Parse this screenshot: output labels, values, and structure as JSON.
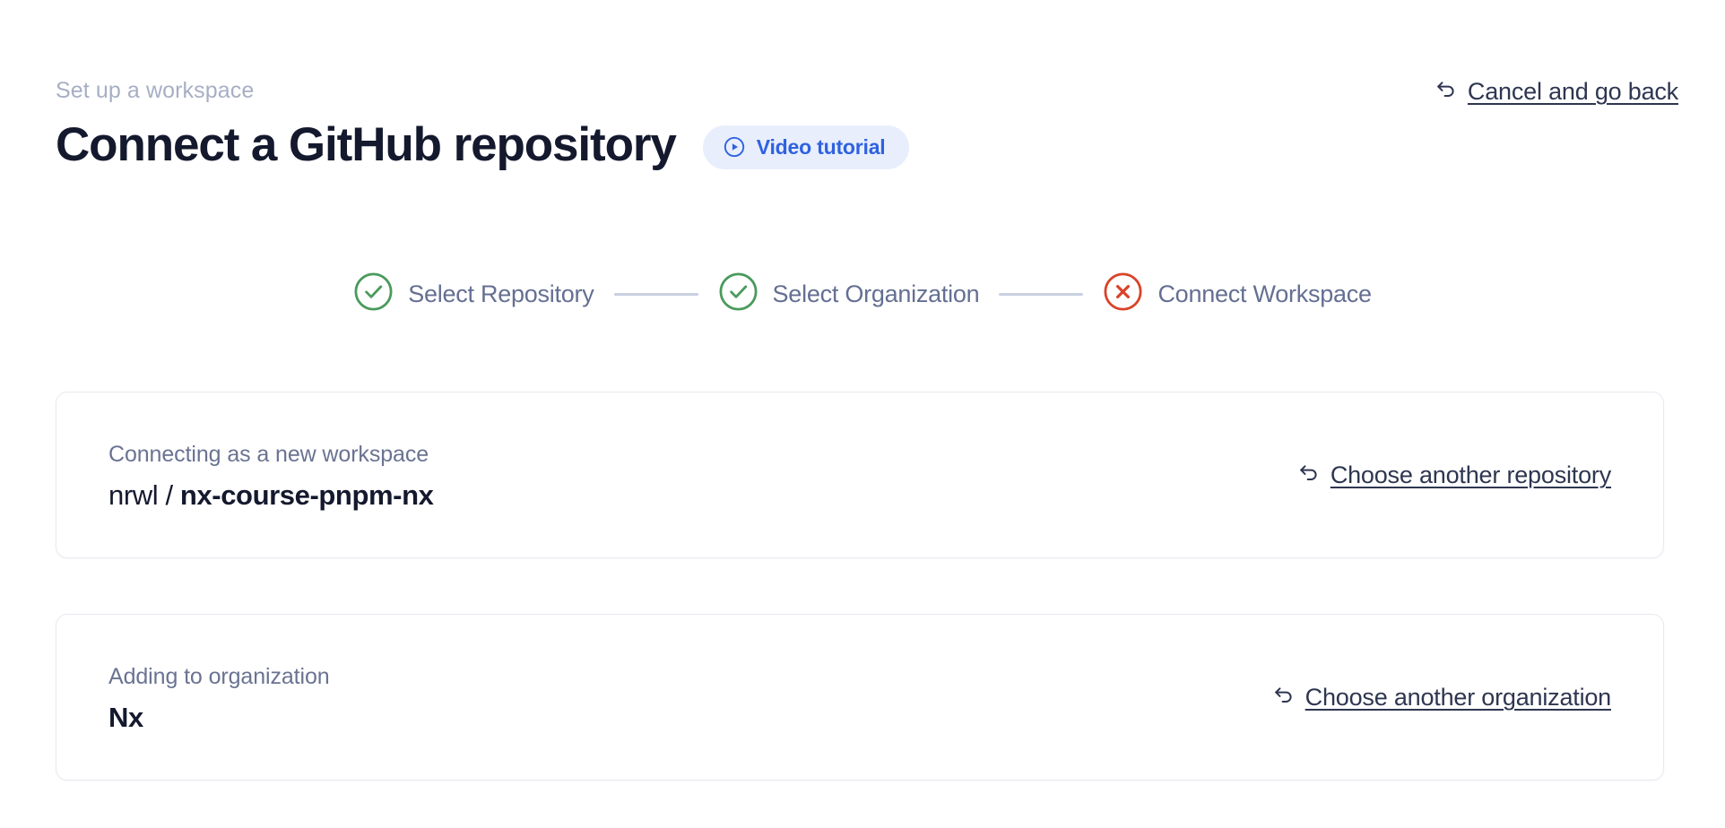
{
  "header": {
    "eyebrow": "Set up a workspace",
    "title": "Connect a GitHub repository",
    "video_badge_label": "Video tutorial",
    "video_badge_icon": "play-circle-icon",
    "cancel_label": "Cancel and go back",
    "cancel_icon": "undo-arrow-icon"
  },
  "stepper": {
    "steps": [
      {
        "label": "Select Repository",
        "state": "complete",
        "icon": "check-circle-icon"
      },
      {
        "label": "Select Organization",
        "state": "complete",
        "icon": "check-circle-icon"
      },
      {
        "label": "Connect Workspace",
        "state": "error",
        "icon": "x-circle-icon"
      }
    ]
  },
  "cards": [
    {
      "label": "Connecting as a new workspace",
      "owner": "nrwl / ",
      "repo": "nx-course-pnpm-nx",
      "link_label": "Choose another repository",
      "link_icon": "undo-arrow-icon"
    },
    {
      "label": "Adding to organization",
      "value": "Nx",
      "link_label": "Choose another organization",
      "link_icon": "undo-arrow-icon"
    }
  ],
  "colors": {
    "title": "#14192e",
    "eyebrow": "#a7afc4",
    "accent_blue": "#2f62e0",
    "badge_bg": "#e8eefc",
    "step_complete": "#4a9a5c",
    "step_error": "#d9432a",
    "step_label": "#646f92",
    "connector": "#c9d0e1",
    "card_border": "#e9eaf1",
    "link_text": "#2e3650",
    "card_label": "#6a7392",
    "background": "#ffffff"
  }
}
